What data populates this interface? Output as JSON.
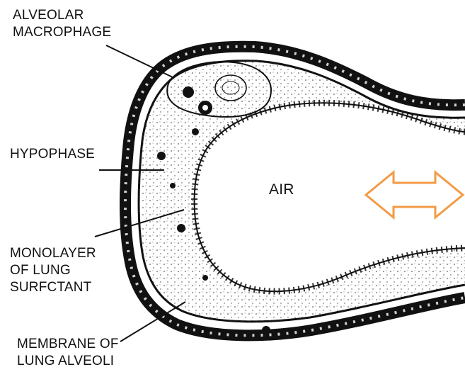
{
  "labels": {
    "macrophage": [
      "ALVEOLAR",
      "MACROPHAGE"
    ],
    "hypophase": [
      "HYPOPHASE"
    ],
    "monolayer": [
      "MONOLAYER",
      "OF LUNG",
      "SURFCTANT"
    ],
    "membrane": [
      "MEMBRANE OF",
      "LUNG ALVEOLI"
    ],
    "air": "AIR"
  },
  "colors": {
    "ink": "#111111",
    "arrow": "#f39b45",
    "background": "#ffffff"
  },
  "icons": {
    "flow_arrow": "double-headed-arrow-icon"
  }
}
